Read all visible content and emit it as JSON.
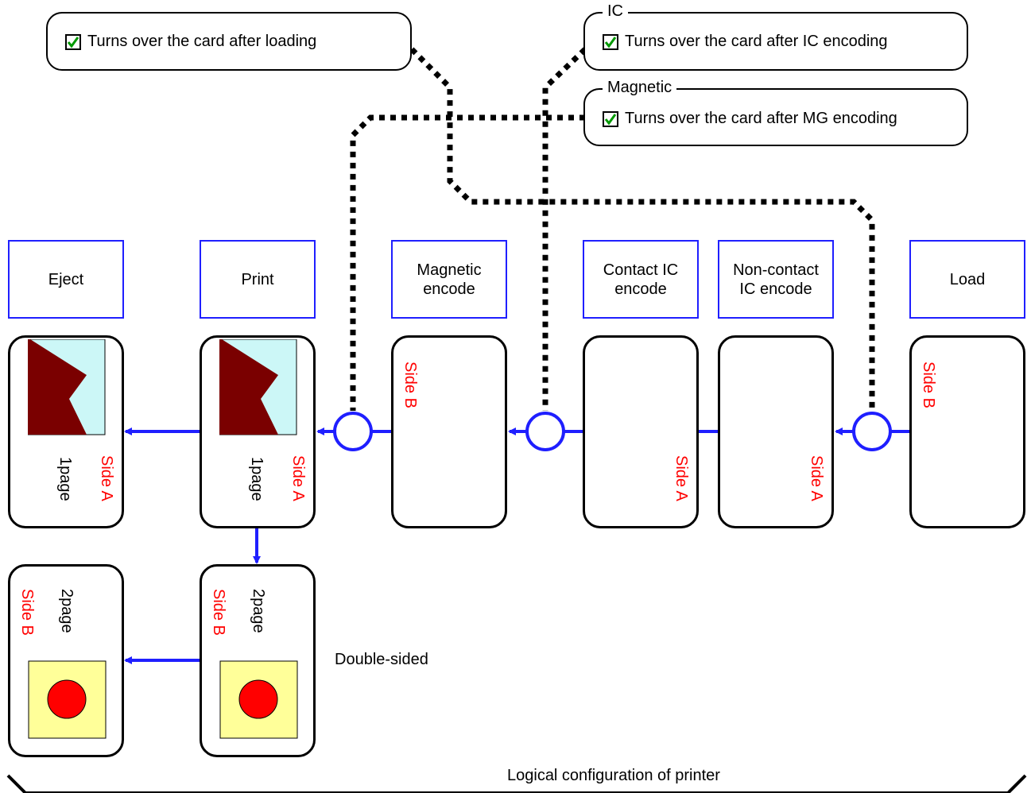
{
  "options": {
    "load_turn": {
      "label": "Turns over the card after loading",
      "checked": true
    },
    "ic": {
      "title": "IC",
      "label": "Turns over the card after IC encoding",
      "checked": true
    },
    "magnetic": {
      "title": "Magnetic",
      "label": "Turns over the card after MG encoding",
      "checked": true
    }
  },
  "steps": {
    "eject": "Eject",
    "print": "Print",
    "magnetic_line1": "Magnetic",
    "magnetic_line2": "encode",
    "contact_line1": "Contact IC",
    "contact_line2": "encode",
    "noncontact_line1": "Non-contact",
    "noncontact_line2": "IC encode",
    "load": "Load"
  },
  "cards": {
    "side_a": "Side A",
    "side_b": "Side B",
    "page1": "1page",
    "page2": "2page"
  },
  "labels": {
    "double_sided": "Double-sided",
    "logical_config": "Logical configuration of printer"
  },
  "colors": {
    "flow": "#1f1fff",
    "side_text": "#ff0000",
    "image_dark": "#7a0000",
    "image_bg": "#ccf7f7",
    "image_yellow": "#ffff99",
    "image_red": "#ff0000",
    "check": "#009900"
  },
  "icons": [
    "check-icon",
    "turnover-node-icon",
    "arrow-left-icon",
    "arrow-down-icon"
  ]
}
